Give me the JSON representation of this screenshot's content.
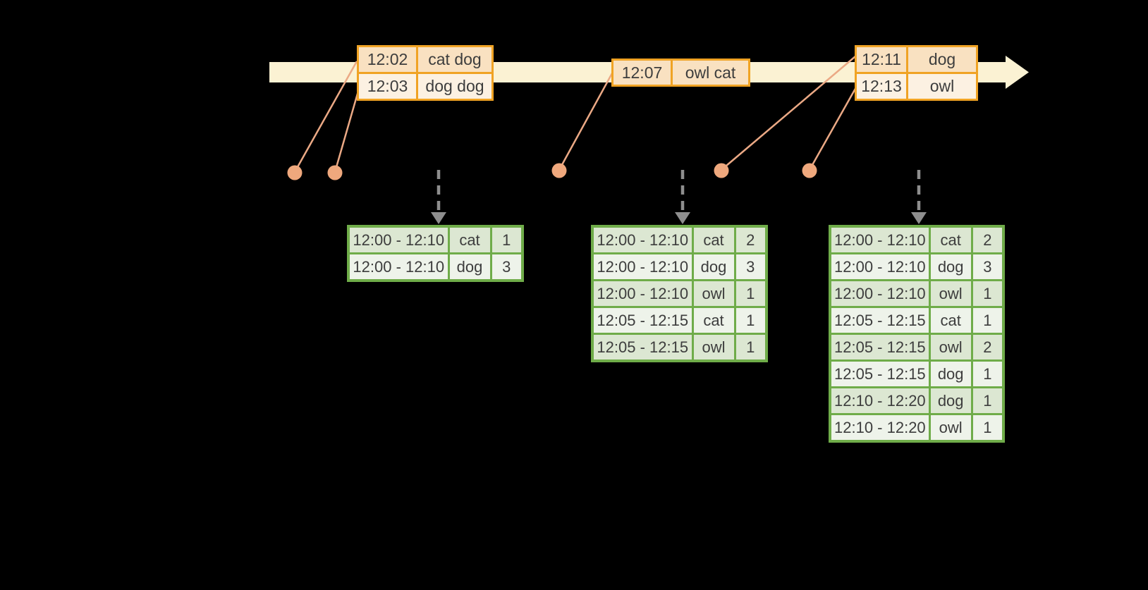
{
  "colors": {
    "background": "#000000",
    "timeline_fill": "#FBF2D3",
    "event_border": "#F0A324",
    "event_row_dark": "#F9E1C1",
    "event_row_light": "#FCF1E2",
    "event_row_single": "#FBEDD9",
    "connector": "#EBA985",
    "dot": "#EFA87D",
    "trigger_arrow": "#8E8E8E",
    "result_border": "#6FAC49",
    "result_row_dark": "#DCE7D2",
    "result_row_light": "#EEF3EA",
    "text": "#3D3D3D"
  },
  "timeline": {
    "event_tables": [
      {
        "rows": [
          {
            "time": "12:02",
            "words": "cat dog"
          },
          {
            "time": "12:03",
            "words": "dog dog"
          }
        ]
      },
      {
        "rows": [
          {
            "time": "12:07",
            "words": "owl cat"
          }
        ]
      },
      {
        "rows": [
          {
            "time": "12:11",
            "words": "dog"
          },
          {
            "time": "12:13",
            "words": "owl"
          }
        ]
      }
    ]
  },
  "results": {
    "tables": [
      {
        "rows": [
          {
            "window": "12:00 - 12:10",
            "word": "cat",
            "count": "1"
          },
          {
            "window": "12:00 - 12:10",
            "word": "dog",
            "count": "3"
          }
        ]
      },
      {
        "rows": [
          {
            "window": "12:00 - 12:10",
            "word": "cat",
            "count": "2"
          },
          {
            "window": "12:00 - 12:10",
            "word": "dog",
            "count": "3"
          },
          {
            "window": "12:00 - 12:10",
            "word": "owl",
            "count": "1"
          },
          {
            "window": "12:05 - 12:15",
            "word": "cat",
            "count": "1"
          },
          {
            "window": "12:05 - 12:15",
            "word": "owl",
            "count": "1"
          }
        ]
      },
      {
        "rows": [
          {
            "window": "12:00 - 12:10",
            "word": "cat",
            "count": "2"
          },
          {
            "window": "12:00 - 12:10",
            "word": "dog",
            "count": "3"
          },
          {
            "window": "12:00 - 12:10",
            "word": "owl",
            "count": "1"
          },
          {
            "window": "12:05 - 12:15",
            "word": "cat",
            "count": "1"
          },
          {
            "window": "12:05 - 12:15",
            "word": "owl",
            "count": "2"
          },
          {
            "window": "12:05 - 12:15",
            "word": "dog",
            "count": "1"
          },
          {
            "window": "12:10 - 12:20",
            "word": "dog",
            "count": "1"
          },
          {
            "window": "12:10 - 12:20",
            "word": "owl",
            "count": "1"
          }
        ]
      }
    ]
  }
}
